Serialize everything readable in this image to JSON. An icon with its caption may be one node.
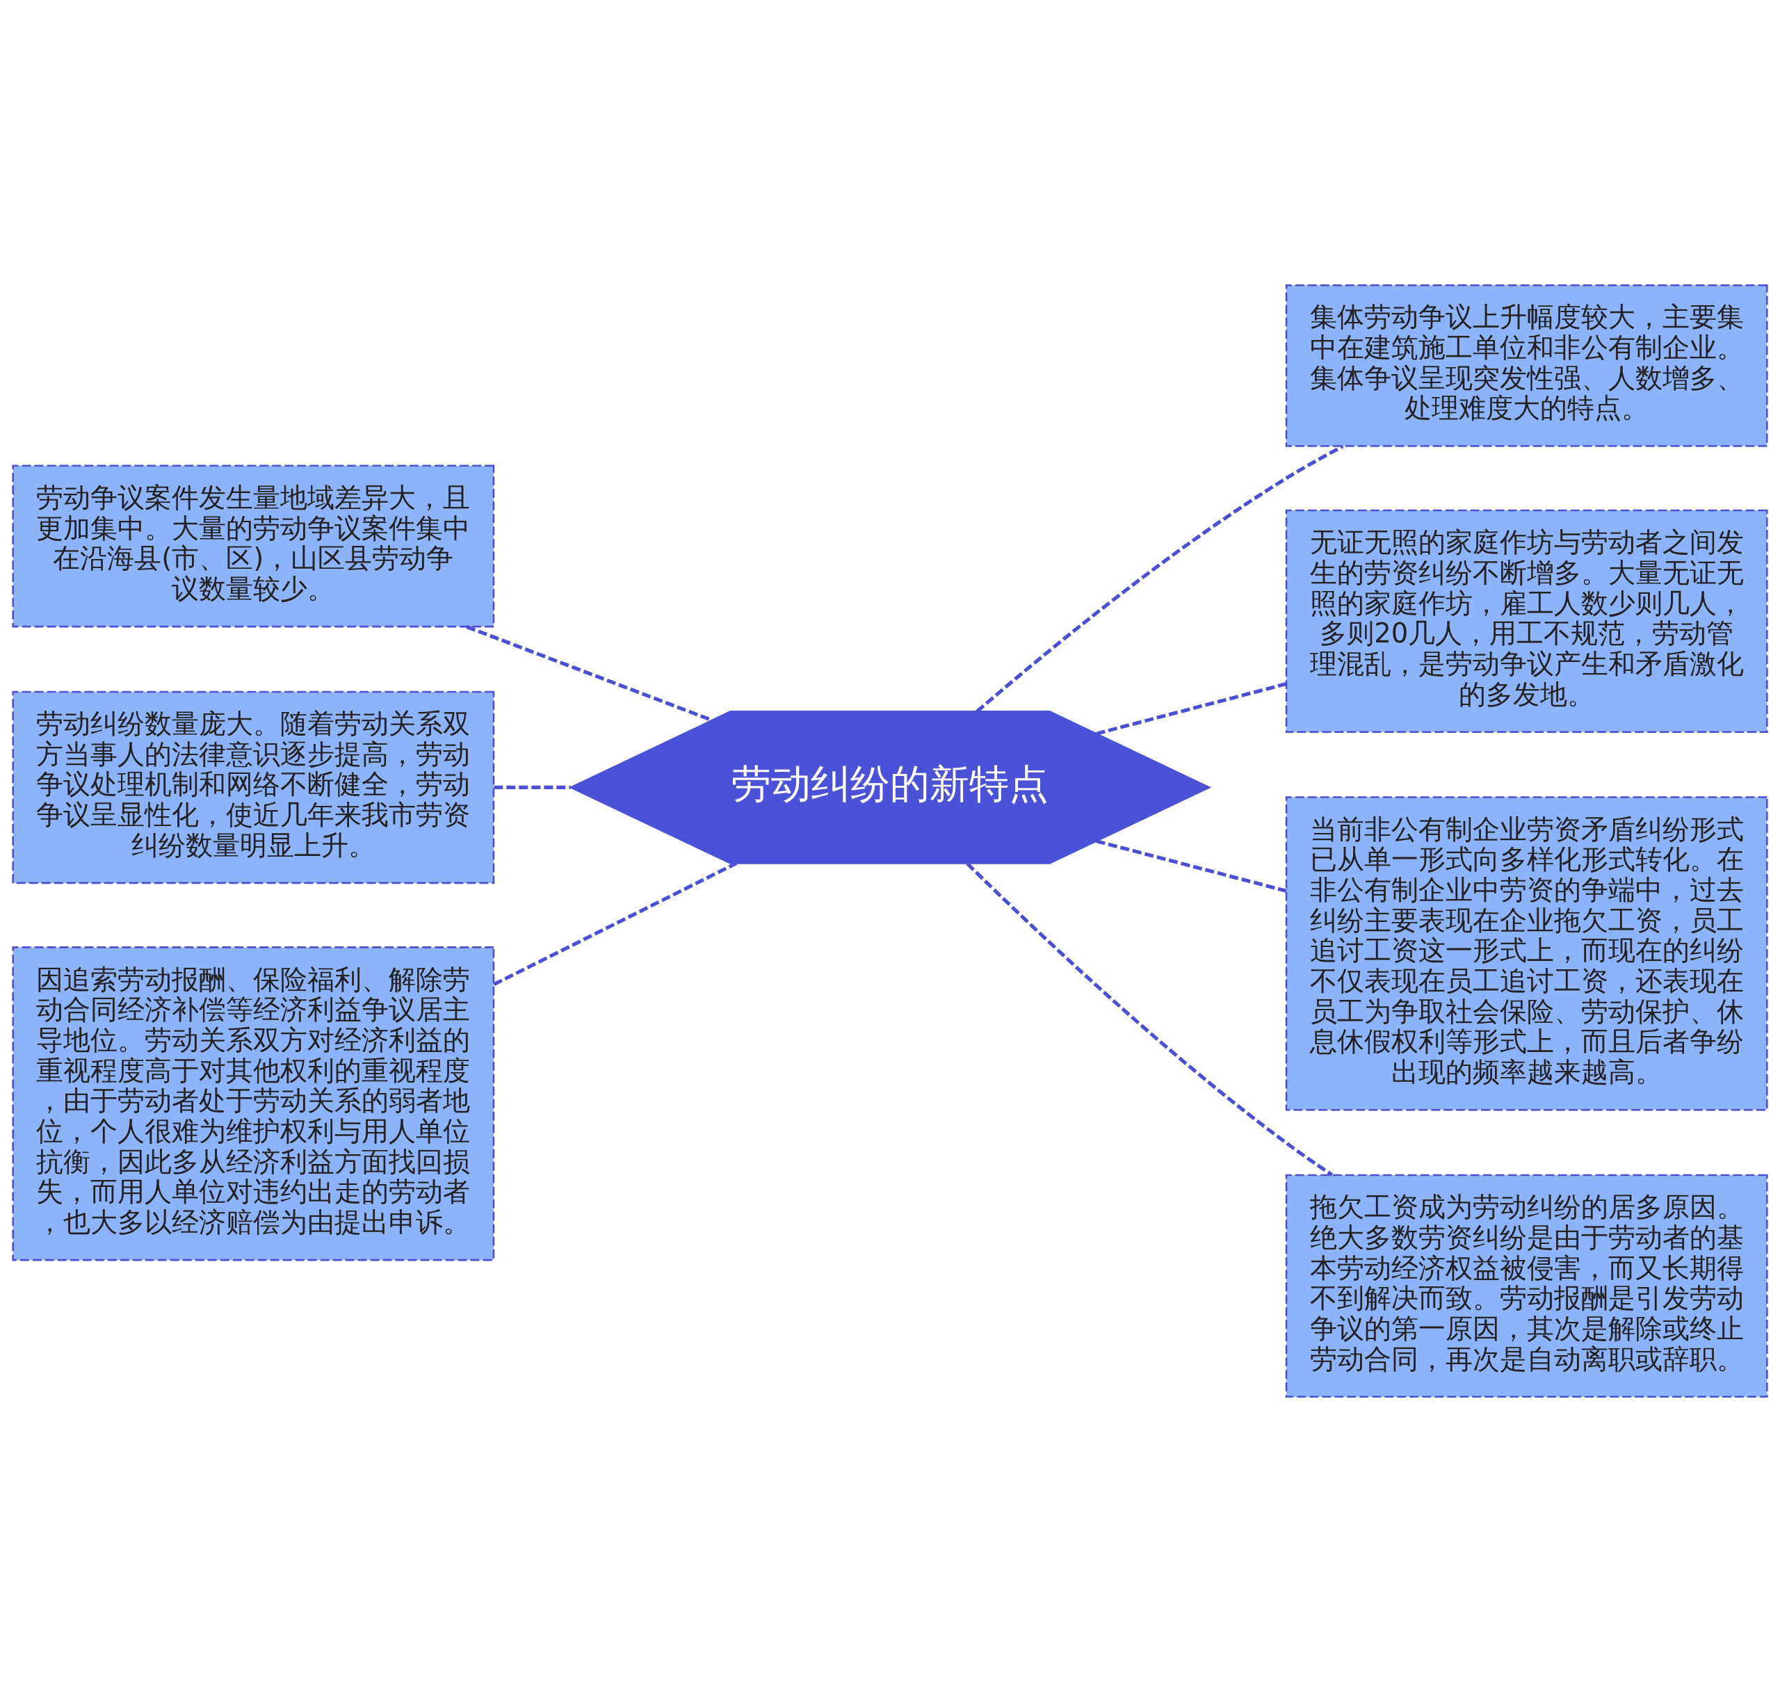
{
  "diagram": {
    "nodes": [
      {
        "text": [
          "劳动纠纷的新特点"
        ]
      },
      {
        "text": [
          "劳动争议案件发生量地域差异大，且更加集中。大量的劳动争议案件集中在沿海县(市、区)，山区县劳动争议数量较少。"
        ]
      },
      {
        "text": [
          "劳动纠纷数量庞大。随着劳动关系双方当事人的法律意识逐步提高，劳动争议处理机制和网络不断健全，劳动争议呈显性化，使近几年来我市劳资纠纷数量明显上升。"
        ]
      },
      {
        "text": [
          "因追索劳动报酬、保险福利、解除劳动合同经济补偿等经济利益争议居主导地位。劳动关系双方对经济利益的重视程度高于对其他权利的重视程度，由于劳动者处于劳动关系的弱者地位，个人很难为维护权利与用人单位抗衡，因此多从经济利益方面找回损失，而用人单位对违约出走的劳动者，也大多以经济赔偿为由提出申诉。"
        ]
      },
      {
        "text": [
          "集体劳动争议上升幅度较大，主要集中在建筑施工单位和非公有制企业。集体争议呈现突发性强、人数增多、处理难度大的特点。"
        ]
      },
      {
        "text": [
          "无证无照的家庭作坊与劳动者之间发生的劳资纠纷不断增多。大量无证无照的家庭作坊，雇工人数少则几人，多则20几人，用工不规范，劳动管理混乱，是劳动争议产生和矛盾激化的多发地。"
        ]
      },
      {
        "text": [
          "当前非公有制企业劳资矛盾纠纷形式已从单一形式向多样化形式转化。在非公有制企业中劳资的争端中，过去纠纷主要表现在企业拖欠工资，员工追讨工资这一形式上，而现在的纠纷不仅表现在员工追讨工资，还表现在员工为争取社会保险、劳动保护、休息休假权利等形式上，而且后者争纷出现的频率越来越高。"
        ]
      },
      {
        "text": [
          "拖欠工资成为劳动纠纷的居多原因。绝大多数劳资纠纷是由于劳动者的基本劳动经济权益被侵害，而又长期得不到解决而致。劳动报酬是引发劳动争议的第一原因，其次是解除或终止劳动合同，再次是自动离职或辞职。"
        ]
      }
    ],
    "edges": [
      {
        "from": 0,
        "to": 1,
        "arrow": "none",
        "style": "dashed"
      },
      {
        "from": 0,
        "to": 2,
        "arrow": "none",
        "style": "dashed"
      },
      {
        "from": 0,
        "to": 3,
        "arrow": "none",
        "style": "dashed"
      },
      {
        "from": 0,
        "to": 4,
        "arrow": "none",
        "style": "dashed"
      },
      {
        "from": 0,
        "to": 5,
        "arrow": "none",
        "style": "dashed"
      },
      {
        "from": 0,
        "to": 6,
        "arrow": "none",
        "style": "dashed"
      },
      {
        "from": 0,
        "to": 7,
        "arrow": "none",
        "style": "dashed"
      }
    ]
  }
}
